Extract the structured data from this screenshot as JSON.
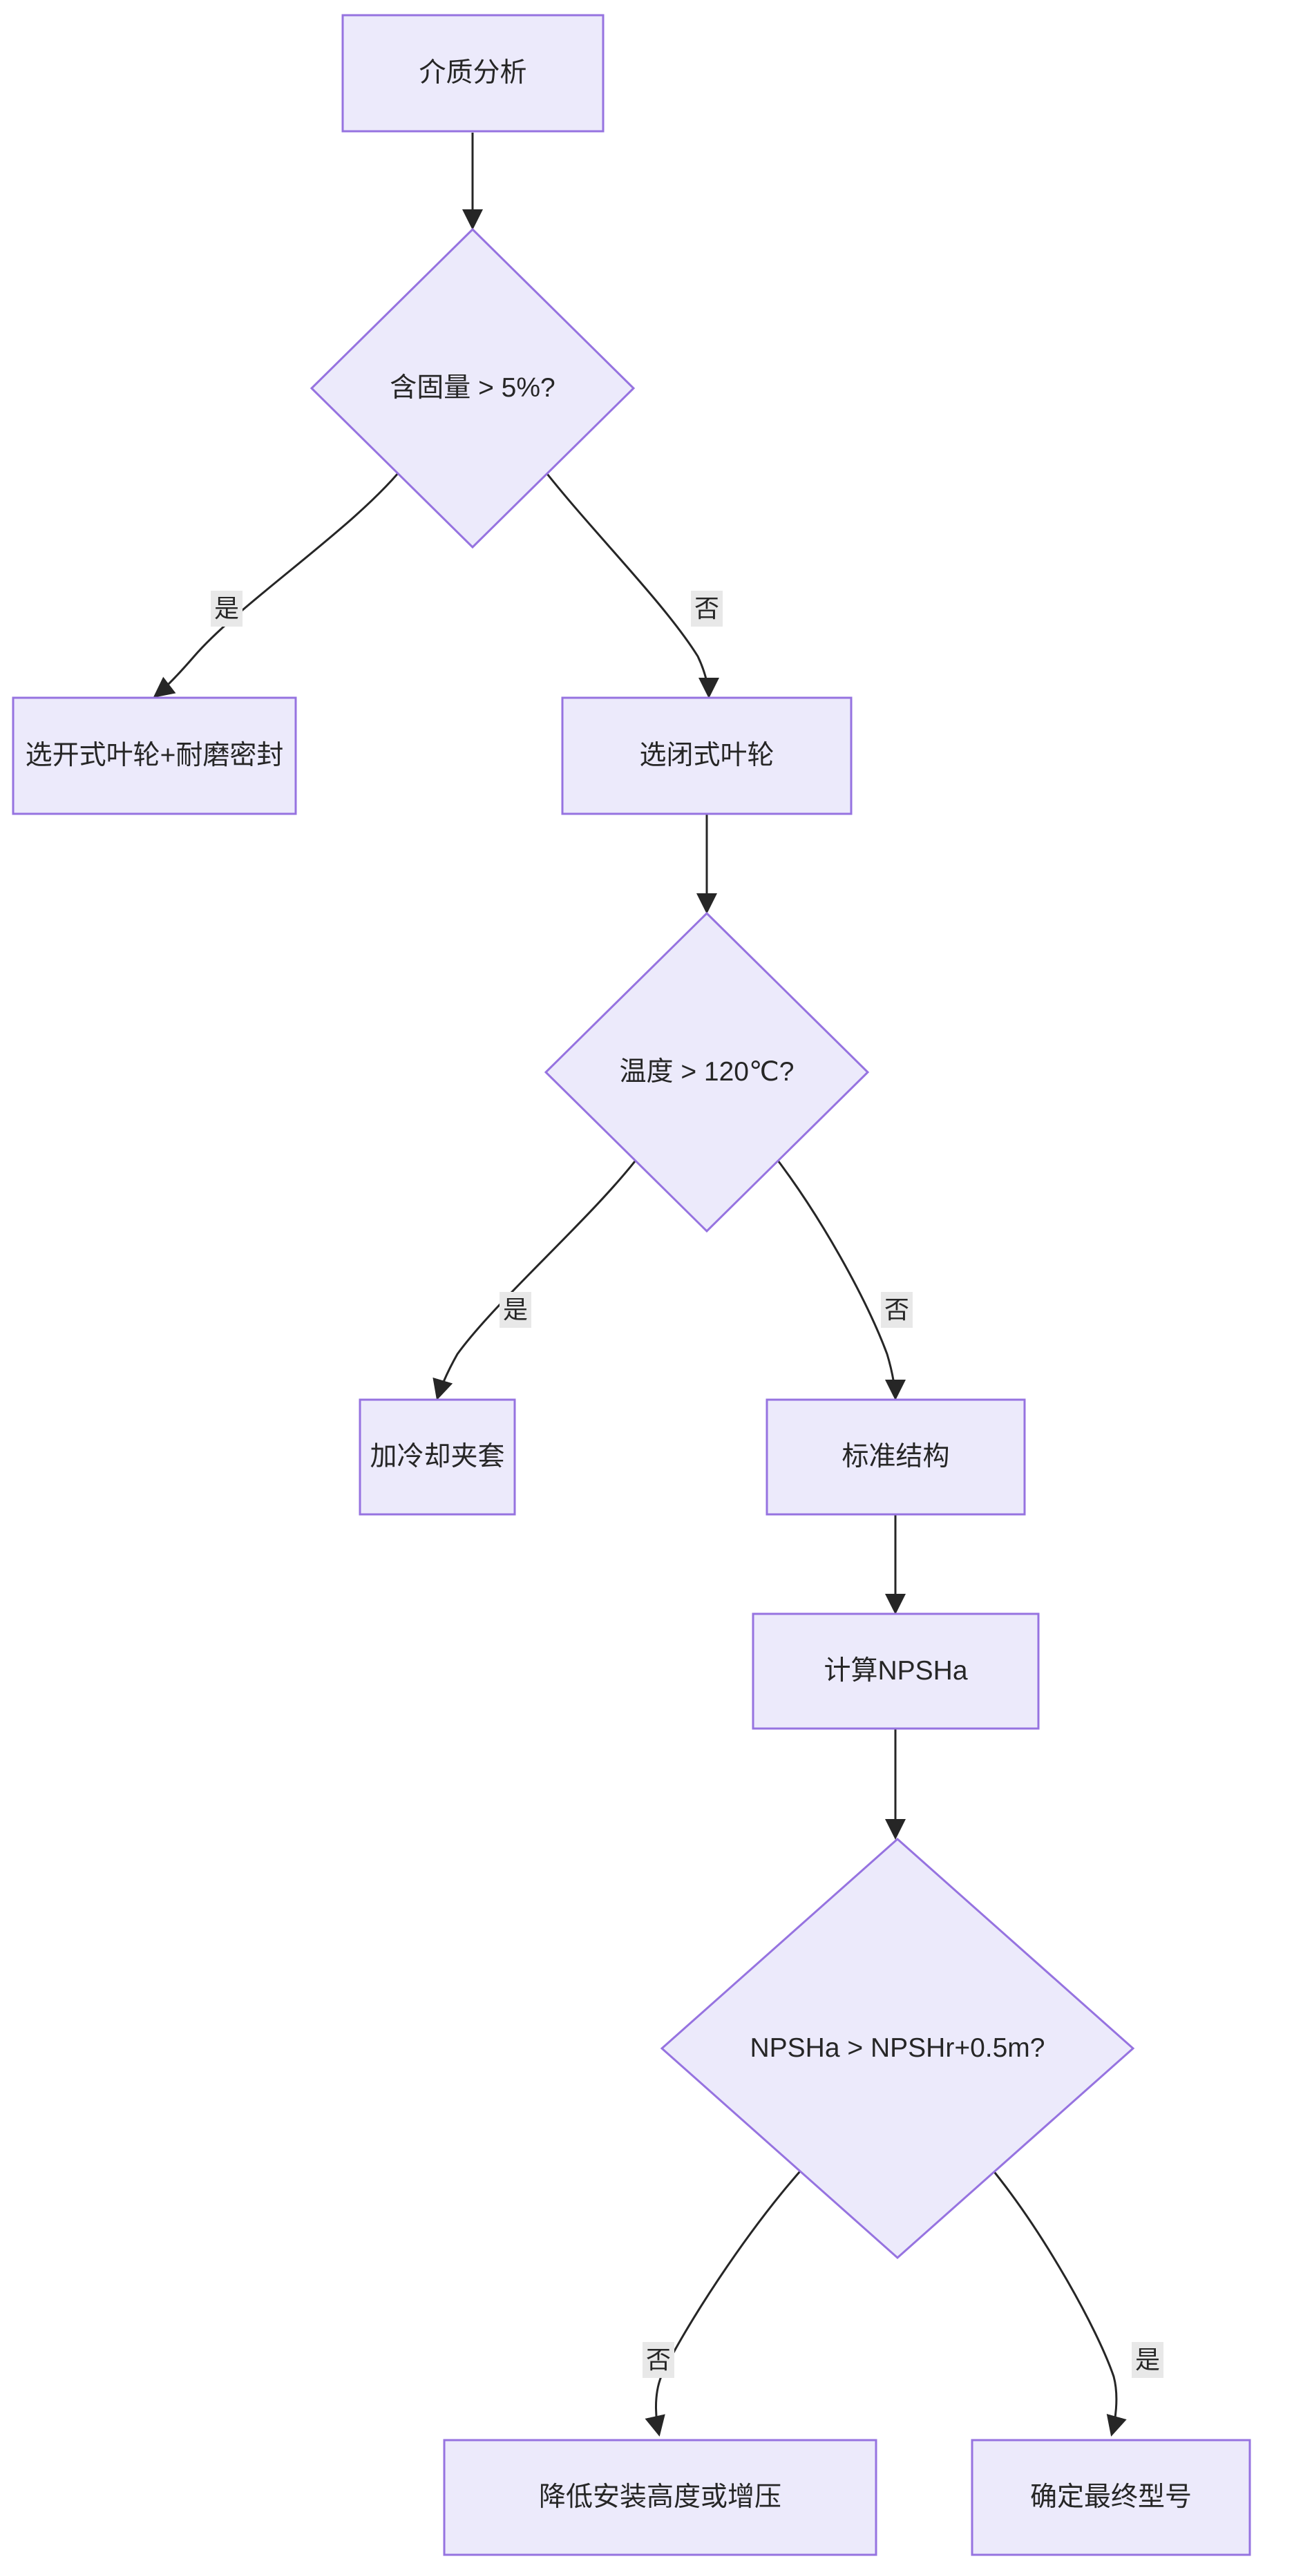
{
  "diagram": {
    "type": "flowchart",
    "direction": "top-down",
    "title": "",
    "theme": {
      "node_fill": "#ECEAFB",
      "node_stroke": "#9673E0",
      "edge_stroke": "#262626",
      "text_color": "#262626",
      "edge_label_background": "#E8E8E8",
      "canvas_background": "#ffffff"
    },
    "nodes": [
      {
        "id": "n1",
        "shape": "rect",
        "label": "介质分析"
      },
      {
        "id": "n2",
        "shape": "diamond",
        "label": "含固量 > 5%?"
      },
      {
        "id": "n3",
        "shape": "rect",
        "label": "选开式叶轮+耐磨密封"
      },
      {
        "id": "n4",
        "shape": "rect",
        "label": "选闭式叶轮"
      },
      {
        "id": "n5",
        "shape": "diamond",
        "label": "温度 > 120℃?"
      },
      {
        "id": "n6",
        "shape": "rect",
        "label": "加冷却夹套"
      },
      {
        "id": "n7",
        "shape": "rect",
        "label": "标准结构"
      },
      {
        "id": "n8",
        "shape": "rect",
        "label": "计算NPSHa"
      },
      {
        "id": "n9",
        "shape": "diamond",
        "label": "NPSHa > NPSHr+0.5m?"
      },
      {
        "id": "n10",
        "shape": "rect",
        "label": "降低安装高度或增压"
      },
      {
        "id": "n11",
        "shape": "rect",
        "label": "确定最终型号"
      }
    ],
    "edges": [
      {
        "from": "n1",
        "to": "n2",
        "label": ""
      },
      {
        "from": "n2",
        "to": "n3",
        "label": "是"
      },
      {
        "from": "n2",
        "to": "n4",
        "label": "否"
      },
      {
        "from": "n4",
        "to": "n5",
        "label": ""
      },
      {
        "from": "n5",
        "to": "n6",
        "label": "是"
      },
      {
        "from": "n5",
        "to": "n7",
        "label": "否"
      },
      {
        "from": "n7",
        "to": "n8",
        "label": ""
      },
      {
        "from": "n8",
        "to": "n9",
        "label": ""
      },
      {
        "from": "n9",
        "to": "n10",
        "label": "否"
      },
      {
        "from": "n9",
        "to": "n11",
        "label": "是"
      }
    ]
  }
}
